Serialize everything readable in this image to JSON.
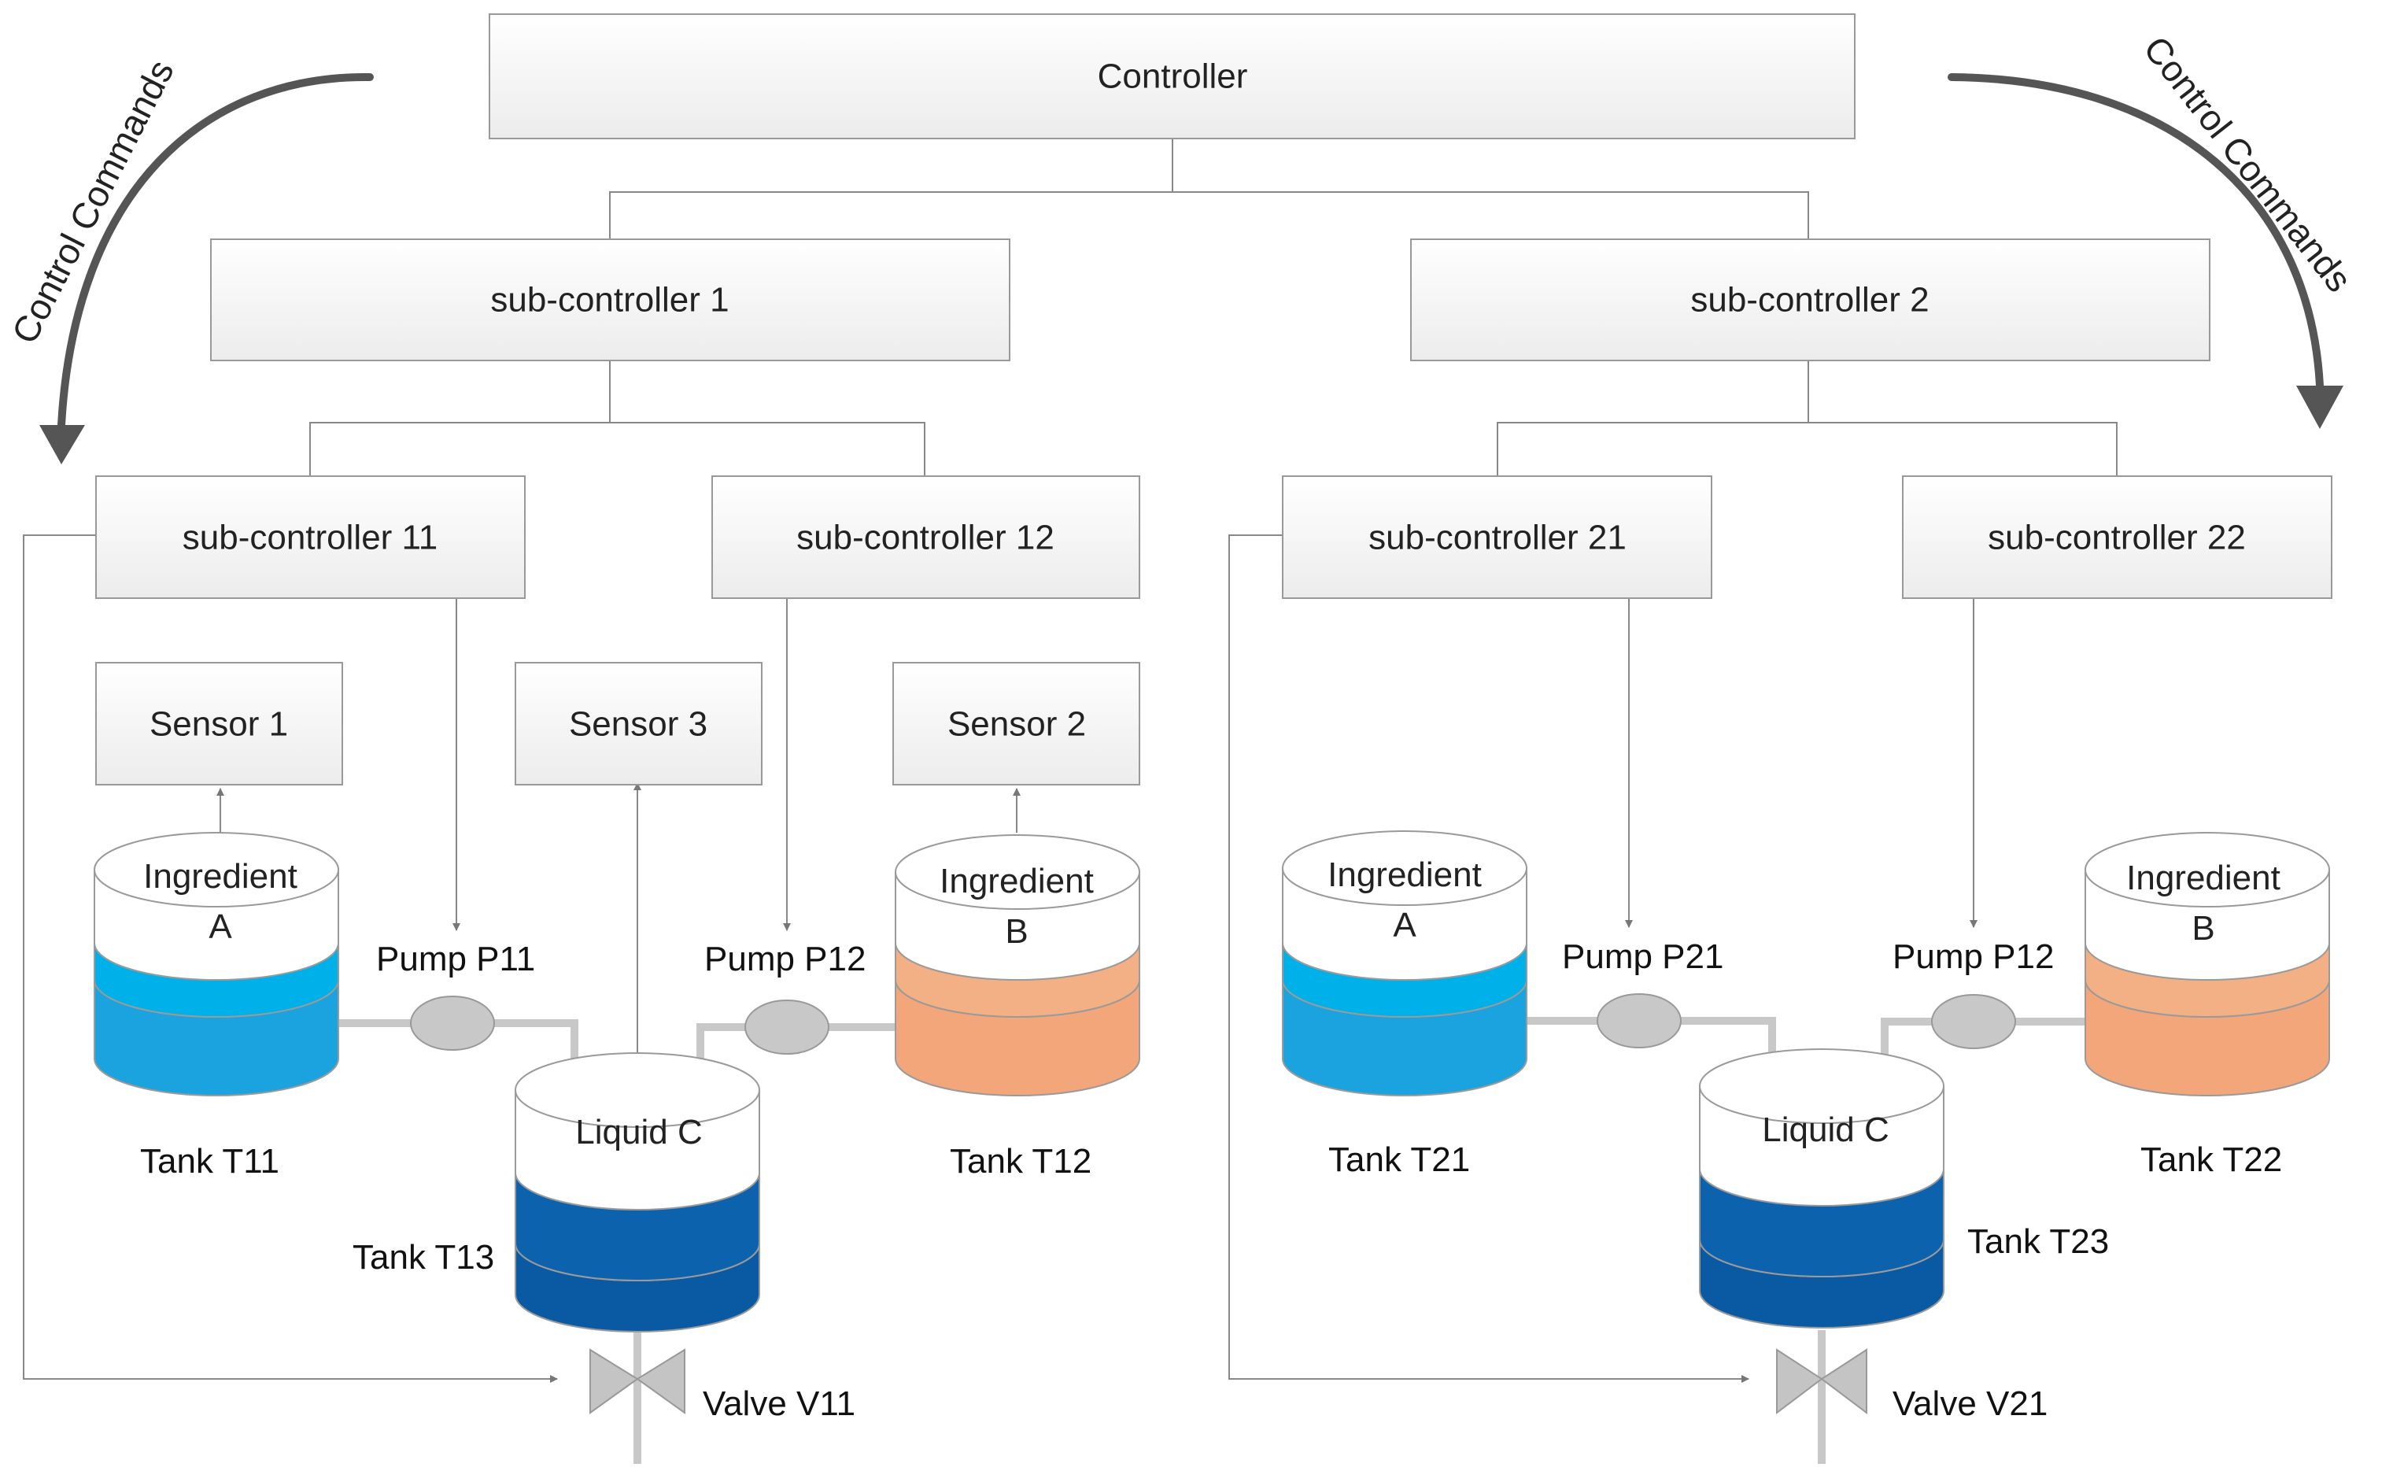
{
  "controller": {
    "label": "Controller"
  },
  "sub_controllers": {
    "sc1": "sub-controller 1",
    "sc2": "sub-controller 2",
    "sc11": "sub-controller 11",
    "sc12": "sub-controller 12",
    "sc21": "sub-controller 21",
    "sc22": "sub-controller 22"
  },
  "sensors": {
    "s1": "Sensor 1",
    "s2": "Sensor 2",
    "s3": "Sensor 3"
  },
  "commands": {
    "left": "Control Commands",
    "right": "Control Commands"
  },
  "tanks": {
    "t11": {
      "top_line1": "Ingredient",
      "top_line2": "A",
      "label": "Tank T11"
    },
    "t12": {
      "top_line1": "Ingredient",
      "top_line2": "B",
      "label": "Tank T12"
    },
    "t13": {
      "top": "Liquid C",
      "label": "Tank T13"
    },
    "t21": {
      "top_line1": "Ingredient",
      "top_line2": "A",
      "label": "Tank T21"
    },
    "t22": {
      "top_line1": "Ingredient",
      "top_line2": "B",
      "label": "Tank T22"
    },
    "t23": {
      "top": "Liquid C",
      "label": "Tank T23"
    }
  },
  "pumps": {
    "p11": "Pump P11",
    "p12": "Pump P12",
    "p21": "Pump P21",
    "p22": "Pump P12"
  },
  "valves": {
    "v11": "Valve V11",
    "v21": "Valve V21"
  },
  "colors": {
    "ingredient_a": "#1aa3de",
    "ingredient_b": "#f2a67a",
    "liquid_c": "#0d62ad",
    "box_fill": "#f4f4f4",
    "line": "#888888",
    "pipe": "#c8c8c8",
    "command_arrow": "#555555"
  }
}
